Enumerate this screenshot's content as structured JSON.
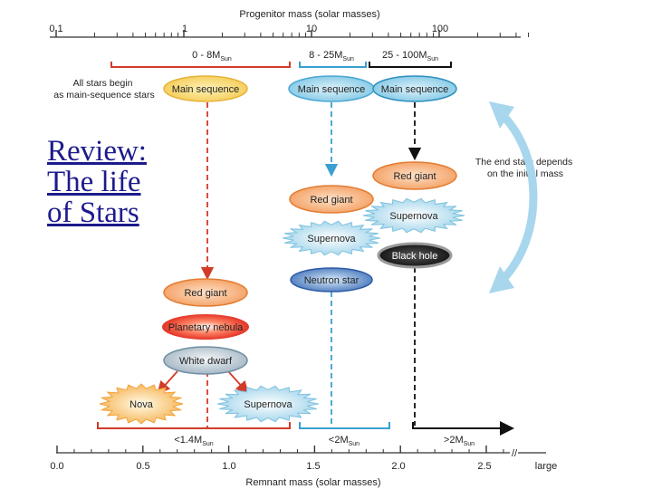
{
  "slide_title": [
    "Review:",
    "The life",
    "of Stars"
  ],
  "top_axis": {
    "title": "Progenitor mass (solar masses)",
    "ticks": [
      "0.1",
      "1",
      "10",
      "100"
    ]
  },
  "bottom_axis": {
    "title": "Remnant mass (solar masses)",
    "ticks": [
      "0.0",
      "0.5",
      "1.0",
      "1.5",
      "2.0",
      "2.5",
      "large"
    ]
  },
  "mass_ranges": [
    {
      "base": "0 - 8M",
      "sub": "Sun"
    },
    {
      "base": "8 - 25M",
      "sub": "Sun"
    },
    {
      "base": "25 - 100M",
      "sub": "Sun"
    }
  ],
  "remnant_ranges": [
    {
      "base": "<1.4M",
      "sub": "Sun"
    },
    {
      "base": "<2M",
      "sub": "Sun"
    },
    {
      "base": ">2M",
      "sub": "Sun"
    }
  ],
  "note_start": [
    "All stars begin",
    "as main-sequence stars"
  ],
  "note_end": [
    "The end state depends",
    "on the initial mass"
  ],
  "stages": {
    "low_main_sequence": "Main sequence",
    "mid_main_sequence": "Main sequence",
    "high_main_sequence": "Main sequence",
    "high_red_giant": "Red giant",
    "mid_red_giant": "Red giant",
    "high_supernova": "Supernova",
    "mid_supernova": "Supernova",
    "black_hole": "Black hole",
    "neutron_star": "Neutron star",
    "low_red_giant": "Red giant",
    "planetary_nebula": "Planetary nebula",
    "white_dwarf": "White dwarf",
    "nova": "Nova",
    "low_supernova": "Supernova"
  },
  "colors": {
    "red_track": "#d23b2a",
    "blue_track": "#3a9fd0",
    "black_track": "#111111",
    "yellow_fill": "#f7d46a",
    "orange_fill": "#f7b07a",
    "blue_fill": "#9fd3ea",
    "review_text": "#1d1b8c"
  }
}
